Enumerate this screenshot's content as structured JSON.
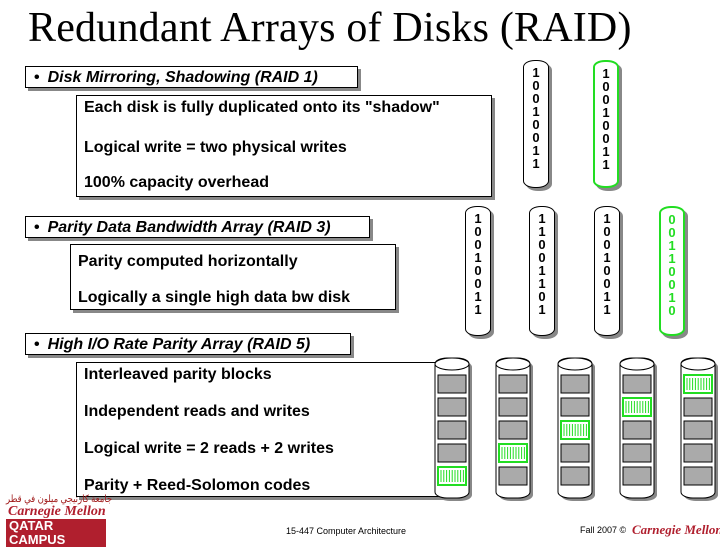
{
  "title": "Redundant Arrays of Disks (RAID)",
  "bullet_glyph": "•",
  "sections": [
    {
      "heading": "Disk Mirroring, Shadowing (RAID 1)",
      "lines": [
        "Each disk is fully duplicated onto its \"shadow\"",
        "Logical write = two physical writes",
        "100% capacity overhead"
      ]
    },
    {
      "heading": "Parity Data Bandwidth Array (RAID 3)",
      "lines": [
        "Parity computed horizontally",
        "Logically a single high data bw disk"
      ]
    },
    {
      "heading": "High I/O Rate Parity Array (RAID 5)",
      "lines": [
        "Interleaved parity blocks",
        "Independent reads and writes",
        "Logical write = 2 reads + 2 writes",
        "Parity + Reed-Solomon codes"
      ]
    }
  ],
  "raid1_disks": [
    {
      "bits": [
        "1",
        "0",
        "0",
        "1",
        "0",
        "0",
        "1",
        "1"
      ],
      "highlight": false
    },
    {
      "bits": [
        "1",
        "0",
        "0",
        "1",
        "0",
        "0",
        "1",
        "1"
      ],
      "highlight": true
    }
  ],
  "raid3_disks": [
    {
      "bits": [
        "1",
        "0",
        "0",
        "1",
        "0",
        "0",
        "1",
        "1"
      ],
      "highlight": false
    },
    {
      "bits": [
        "1",
        "1",
        "0",
        "0",
        "1",
        "1",
        "0",
        "1"
      ],
      "highlight": false
    },
    {
      "bits": [
        "1",
        "0",
        "0",
        "1",
        "0",
        "0",
        "1",
        "1"
      ],
      "highlight": false
    },
    {
      "bits": [
        "0",
        "0",
        "1",
        "1",
        "0",
        "0",
        "1",
        "0"
      ],
      "highlight": true
    }
  ],
  "raid5_parity_rows": [
    4,
    3,
    2,
    1,
    0
  ],
  "colors": {
    "accent_green": "#22dd22",
    "cmu_red": "#b01f2e"
  },
  "footer": {
    "logo_arabic": "جامعة كارنيجي ميلون في قطر",
    "logo_name": "Carnegie Mellon",
    "logo_campus": "QATAR CAMPUS",
    "course": "15-447 Computer Architecture",
    "date": "Fall 2007 ©",
    "brand": "Carnegie Mellon"
  }
}
